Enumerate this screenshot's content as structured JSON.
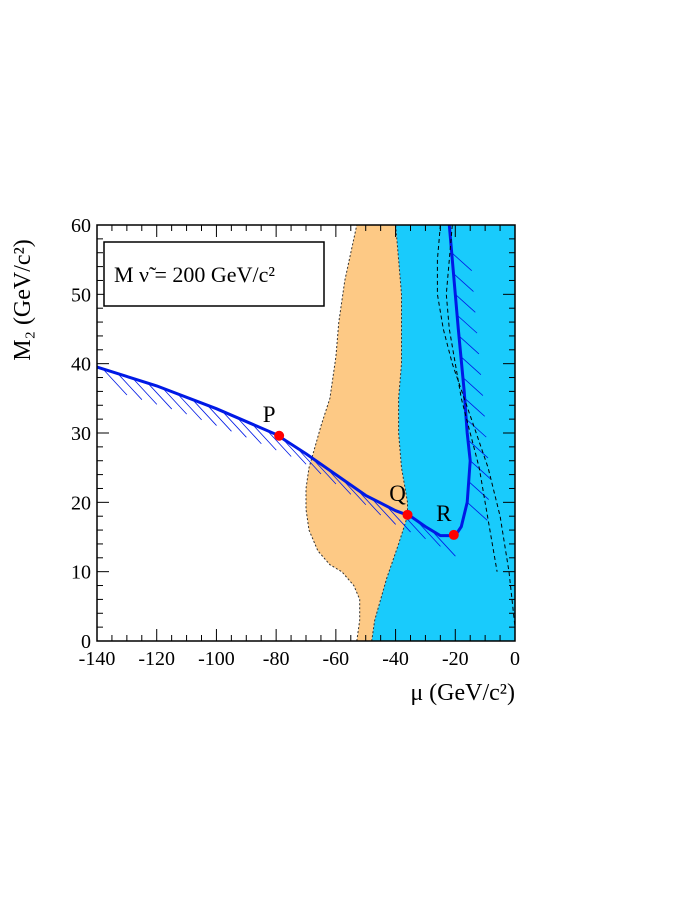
{
  "chart_data": {
    "type": "line",
    "xlim": [
      -140,
      0
    ],
    "ylim": [
      0,
      60
    ],
    "x_ticks": [
      "-140",
      "-120",
      "-100",
      "-80",
      "-60",
      "-40",
      "-20",
      "0"
    ],
    "y_ticks": [
      "0",
      "10",
      "20",
      "30",
      "40",
      "50",
      "60"
    ],
    "xlabel": "μ (GeV/c²)",
    "ylabel": "M₂ (GeV/c²)",
    "legend_text": "M ν̃ = 200 GeV/c²",
    "legend_placement": "top-left",
    "grid": false,
    "colors": {
      "orange_region": "#fdc985",
      "cyan_region": "#19cbfc",
      "limit_line": "#0019e6",
      "points": "#ff0000"
    },
    "regions": [
      {
        "color": "orange",
        "boundary": [
          [
            -53,
            0
          ],
          [
            -52,
            3
          ],
          [
            -52,
            6
          ],
          [
            -54,
            8
          ],
          [
            -58,
            10
          ],
          [
            -62,
            11
          ],
          [
            -66,
            13
          ],
          [
            -69,
            16
          ],
          [
            -70,
            19
          ],
          [
            -70,
            22
          ],
          [
            -69,
            25
          ],
          [
            -67,
            28
          ],
          [
            -65,
            31
          ],
          [
            -62,
            35
          ],
          [
            -60,
            41
          ],
          [
            -59,
            46
          ],
          [
            -57,
            52
          ],
          [
            -55,
            56
          ],
          [
            -53,
            60
          ],
          [
            -40,
            60
          ],
          [
            -39,
            55
          ],
          [
            -38,
            50
          ],
          [
            -38,
            40
          ],
          [
            -39,
            35
          ],
          [
            -39,
            30
          ],
          [
            -38,
            25
          ],
          [
            -36,
            20
          ],
          [
            -36,
            18
          ],
          [
            -39,
            14
          ],
          [
            -43,
            9
          ],
          [
            -47,
            3
          ],
          [
            -48,
            0
          ]
        ]
      },
      {
        "color": "cyan",
        "boundary": [
          [
            -48,
            0
          ],
          [
            -47,
            3
          ],
          [
            -43,
            9
          ],
          [
            -39,
            14
          ],
          [
            -36,
            18
          ],
          [
            -36,
            20
          ],
          [
            -38,
            25
          ],
          [
            -39,
            30
          ],
          [
            -39,
            35
          ],
          [
            -38,
            40
          ],
          [
            -38,
            50
          ],
          [
            -39,
            55
          ],
          [
            -40,
            60
          ],
          [
            0,
            60
          ],
          [
            0,
            0
          ]
        ]
      }
    ],
    "series": [
      {
        "style": "solid",
        "x": [
          -140,
          -120,
          -100,
          -80,
          -70,
          -60,
          -50,
          -40,
          -35,
          -30,
          -25,
          -20,
          -18,
          -16,
          -15,
          -16,
          -17,
          -19,
          -21,
          -22
        ],
        "y": [
          39.5,
          36.8,
          33.5,
          29.8,
          27,
          24,
          21,
          18.8,
          18,
          16.5,
          15.2,
          15.2,
          16.5,
          20,
          26,
          30,
          36,
          45,
          55,
          60
        ]
      },
      {
        "style": "dashed",
        "x": [
          -21,
          -22,
          -23,
          -22,
          -20,
          -18,
          -15,
          -12,
          -10,
          -8,
          -6
        ],
        "y": [
          60,
          55,
          50,
          45,
          40,
          35,
          30,
          25,
          20,
          15,
          10
        ]
      },
      {
        "style": "dashed",
        "x": [
          -25,
          -26,
          -26,
          -24,
          -21,
          -17,
          -13,
          -9,
          -5,
          -2,
          0
        ],
        "y": [
          60,
          55,
          50,
          45,
          40,
          35,
          30,
          25,
          18,
          10,
          2
        ]
      }
    ],
    "points": [
      {
        "label": "P",
        "x": -79,
        "y": 29.6
      },
      {
        "label": "Q",
        "x": -36,
        "y": 18.2
      },
      {
        "label": "R",
        "x": -20.5,
        "y": 15.3
      }
    ]
  }
}
